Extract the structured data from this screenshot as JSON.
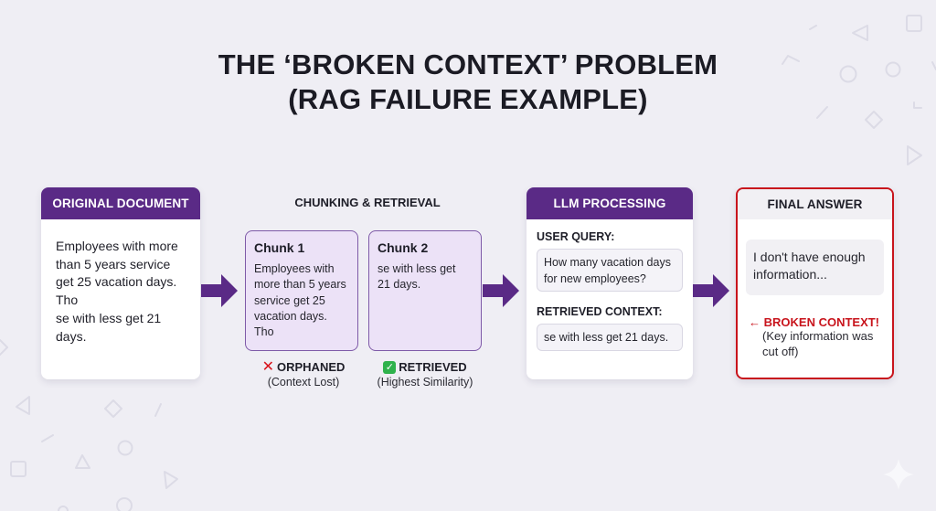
{
  "title": {
    "line1": "THE ‘BROKEN CONTEXT’ PROBLEM",
    "line2": "(RAG FAILURE EXAMPLE)"
  },
  "colors": {
    "accent_purple": "#5a2a86",
    "chunk_fill": "#ece2f7",
    "error_red": "#c8141c",
    "success_green": "#2fb24c",
    "background": "#efeef4"
  },
  "original_document": {
    "header": "ORIGINAL DOCUMENT",
    "lines": [
      "Employees with more",
      "than 5 years service",
      "get 25 vacation days.",
      "Tho",
      "se with less get 21",
      "days."
    ]
  },
  "chunking": {
    "section_label": "CHUNKING & RETRIEVAL",
    "chunks": [
      {
        "title": "Chunk 1",
        "lines": [
          "Employees with",
          "more than 5 years",
          "service get 25",
          "vacation days.",
          "Tho"
        ],
        "status_icon": "cross-mark-icon",
        "status": "ORPHANED",
        "status_sub": "(Context Lost)"
      },
      {
        "title": "Chunk 2",
        "lines": [
          "se with less get",
          "21 days."
        ],
        "status_icon": "check-mark-icon",
        "status": "RETRIEVED",
        "status_sub": "(Highest Similarity)"
      }
    ]
  },
  "llm_processing": {
    "header": "LLM PROCESSING",
    "query_label": "USER QUERY:",
    "query_lines": [
      "How many vacation days",
      "for new employees?"
    ],
    "context_label": "RETRIEVED CONTEXT:",
    "context_text": "se with less get 21 days."
  },
  "final_answer": {
    "header": "FINAL ANSWER",
    "answer_lines": [
      "I don't have enough",
      "information..."
    ],
    "broken_arrow": "←",
    "broken_label": "BROKEN CONTEXT!",
    "broken_sub_lines": [
      "(Key information was",
      "cut off)"
    ]
  },
  "icons": {
    "cross": "✕",
    "check": "✓"
  }
}
